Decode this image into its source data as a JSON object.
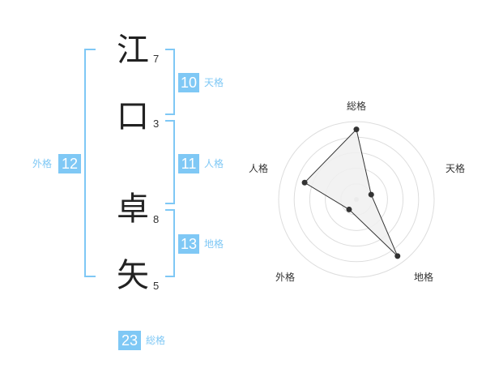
{
  "name": {
    "chars": [
      {
        "char": "江",
        "strokes": "7"
      },
      {
        "char": "口",
        "strokes": "3"
      },
      {
        "char": "卓",
        "strokes": "8"
      },
      {
        "char": "矢",
        "strokes": "5"
      }
    ]
  },
  "fortune": {
    "tenkaku": {
      "value": "10",
      "label": "天格"
    },
    "jinkaku": {
      "value": "11",
      "label": "人格"
    },
    "chikaku": {
      "value": "13",
      "label": "地格"
    },
    "gaikaku": {
      "value": "12",
      "label": "外格"
    },
    "soukaku": {
      "value": "23",
      "label": "総格"
    }
  },
  "radar": {
    "labels": {
      "top": "総格",
      "upper_right": "天格",
      "lower_right": "地格",
      "lower_left": "外格",
      "upper_left": "人格"
    },
    "scale_max": 5,
    "values": {
      "soukaku": 4.5,
      "tenkaku": 1.0,
      "chikaku": 4.5,
      "gaikaku": 0.8,
      "jinkaku": 3.5
    },
    "colors": {
      "fill": "#f0f0f0",
      "line": "#333333",
      "grid": "#dddddd"
    }
  }
}
